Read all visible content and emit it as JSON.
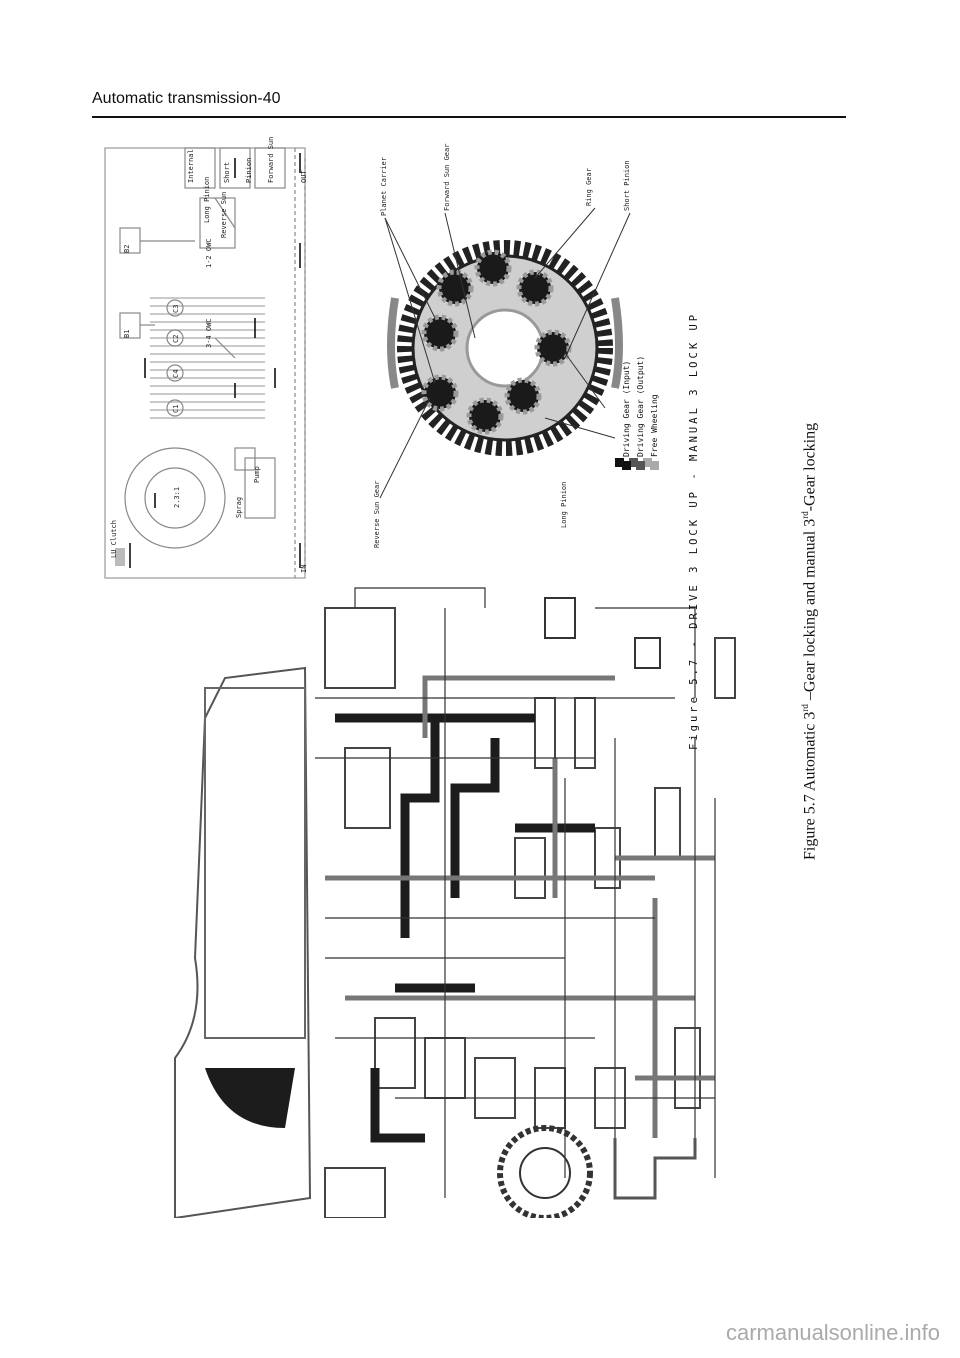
{
  "header": {
    "title": "Automatic transmission-40"
  },
  "caption": {
    "prefix": "Figure 5.7   Automatic 3",
    "sup1": "rd",
    "middle": " –Gear locking and manual 3",
    "sup2": "rd",
    "suffix": "-Gear locking"
  },
  "figure_title": "Figure 5.7 - DRIVE 3 LOCK UP - MANUAL 3 LOCK UP",
  "legend": [
    {
      "label": "Driving Gear (Input)",
      "color": "#111111"
    },
    {
      "label": "Driving Gear (Output)",
      "color": "#555555"
    },
    {
      "label": "Free Wheeling",
      "color": "#aaaaaa"
    }
  ],
  "gear_labels": {
    "planet_carrier": "Planet Carrier",
    "forward_sun": "Forward Sun Gear",
    "ring_gear": "Ring Gear",
    "short_pinion": "Short Pinion",
    "reverse_sun": "Reverse Sun Gear",
    "long_pinion": "Long Pinion"
  },
  "schematic_labels": {
    "lu_clutch": "LU Clutch",
    "in": "IN",
    "out": "OUT",
    "b1": "B1",
    "b2": "B2",
    "c1": "C1",
    "c2": "C2",
    "c3": "C3",
    "c4": "C4",
    "pump": "Pump",
    "sprag": "Sprag",
    "stator": "2.3:1",
    "internal": "Internal",
    "long_pinion": "Long Pinion",
    "short": "Short",
    "pinion": "Pinion",
    "forward_sun": "Forward Sun",
    "reverse_sun": "Reverse Sun",
    "owc_1_2": "1-2 OWC",
    "owc_3_4": "3-4 OWC"
  },
  "footer": {
    "watermark": "carmanualsonline.info"
  }
}
